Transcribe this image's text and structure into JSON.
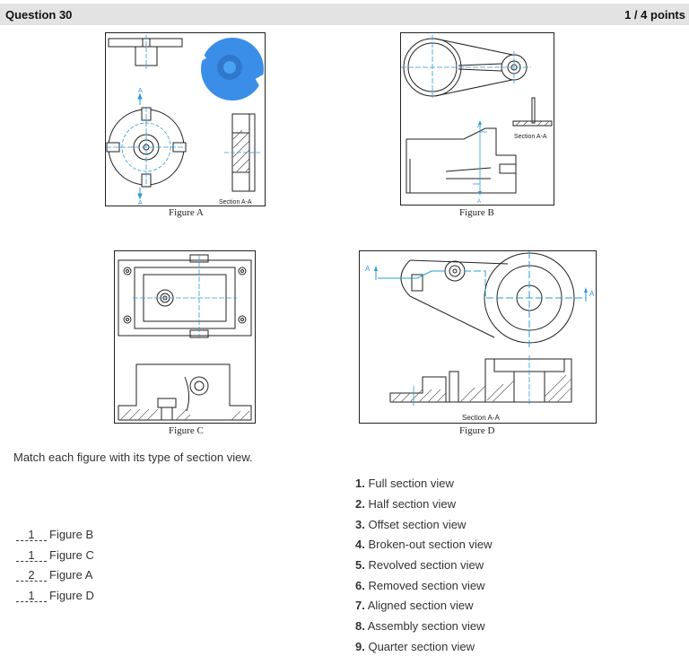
{
  "header": {
    "title": "Question 30",
    "points": "1 / 4 points"
  },
  "figures": {
    "a": {
      "caption": "Figure A",
      "section_label": "Section A-A",
      "arrow_label": "A"
    },
    "b": {
      "caption": "Figure B",
      "section_label": "Section A-A",
      "arrow_label": "A"
    },
    "c": {
      "caption": "Figure C"
    },
    "d": {
      "caption": "Figure D",
      "section_label": "Section A-A",
      "arrow_label": "A"
    }
  },
  "prompt": "Match each figure with its type of section view.",
  "matches": [
    {
      "answer": "1",
      "label": "Figure B"
    },
    {
      "answer": "1",
      "label": "Figure C"
    },
    {
      "answer": "2",
      "label": "Figure A"
    },
    {
      "answer": "1",
      "label": "Figure D"
    }
  ],
  "options": [
    {
      "num": "1.",
      "label": "Full section view"
    },
    {
      "num": "2.",
      "label": "Half section view"
    },
    {
      "num": "3.",
      "label": "Offset section view"
    },
    {
      "num": "4.",
      "label": "Broken-out section view"
    },
    {
      "num": "5.",
      "label": "Revolved section view"
    },
    {
      "num": "6.",
      "label": "Removed section view"
    },
    {
      "num": "7.",
      "label": "Aligned section view"
    },
    {
      "num": "8.",
      "label": "Assembly section view"
    },
    {
      "num": "9.",
      "label": "Quarter section view"
    }
  ],
  "colors": {
    "header_bg": "#e3e3e3",
    "cutting_plane": "#2e9bd6",
    "render_blue": "#3b8ee8"
  }
}
